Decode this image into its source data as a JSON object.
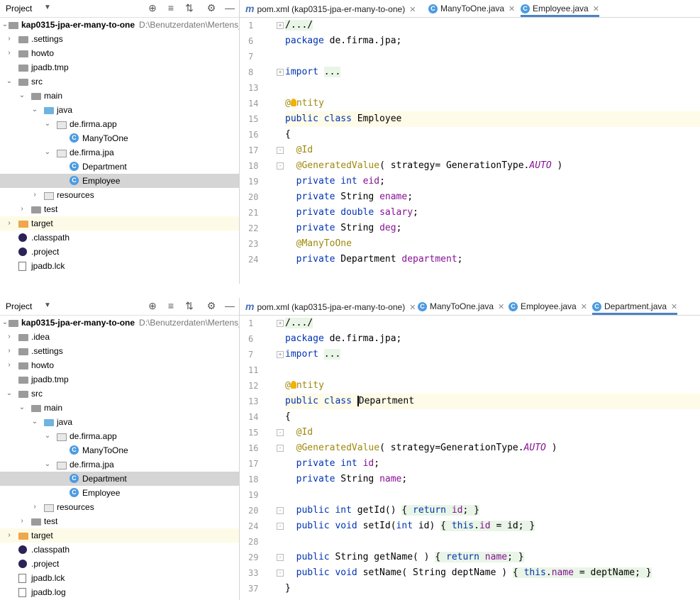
{
  "top": {
    "project_header": {
      "title": "Project"
    },
    "root": {
      "name": "kap0315-jpa-er-many-to-one",
      "path": "D:\\Benutzerdaten\\Mertens_"
    },
    "tree": [
      {
        "label": ".settings",
        "type": "folder",
        "depth": 1,
        "chev": "›"
      },
      {
        "label": "howto",
        "type": "folder",
        "depth": 1,
        "chev": "›"
      },
      {
        "label": "jpadb.tmp",
        "type": "folder",
        "depth": 1,
        "chev": ""
      },
      {
        "label": "src",
        "type": "folder",
        "depth": 1,
        "chev": "⌄"
      },
      {
        "label": "main",
        "type": "folder",
        "depth": 2,
        "chev": "⌄"
      },
      {
        "label": "java",
        "type": "folder-blue",
        "depth": 3,
        "chev": "⌄"
      },
      {
        "label": "de.firma.app",
        "type": "package",
        "depth": 4,
        "chev": "⌄"
      },
      {
        "label": "ManyToOne",
        "type": "class",
        "depth": 5,
        "chev": ""
      },
      {
        "label": "de.firma.jpa",
        "type": "package",
        "depth": 4,
        "chev": "⌄"
      },
      {
        "label": "Department",
        "type": "class",
        "depth": 5,
        "chev": ""
      },
      {
        "label": "Employee",
        "type": "class",
        "depth": 5,
        "chev": "",
        "selected": true
      },
      {
        "label": "resources",
        "type": "package",
        "depth": 3,
        "chev": "›"
      },
      {
        "label": "test",
        "type": "folder",
        "depth": 2,
        "chev": "›"
      },
      {
        "label": "target",
        "type": "folder-orange",
        "depth": 1,
        "chev": "›",
        "highlight": true
      },
      {
        "label": ".classpath",
        "type": "eclipse",
        "depth": 1,
        "chev": ""
      },
      {
        "label": ".project",
        "type": "eclipse",
        "depth": 1,
        "chev": ""
      },
      {
        "label": "jpadb.lck",
        "type": "file",
        "depth": 1,
        "chev": ""
      }
    ],
    "tabs": [
      {
        "label": "pom.xml (kap0315-jpa-er-many-to-one)",
        "icon": "m",
        "active": false
      },
      {
        "label": "ManyToOne.java",
        "icon": "c",
        "active": false
      },
      {
        "label": "Employee.java",
        "icon": "c",
        "active": true
      }
    ],
    "code": [
      {
        "num": "1",
        "html": "<span class=\"fold-region\">/.../</span>",
        "fold": true
      },
      {
        "num": "6",
        "html": "<span class=\"kw\">package</span> de.firma.jpa;"
      },
      {
        "num": "7",
        "html": ""
      },
      {
        "num": "8",
        "html": "<span class=\"kw\">import</span> <span class=\"fold-region\">...</span>",
        "fold": true
      },
      {
        "num": "13",
        "html": ""
      },
      {
        "num": "14",
        "html": "<span class=\"ann\">@<span class=\"bulb\"></span>ntity</span>"
      },
      {
        "num": "15",
        "html": "<span class=\"kw\">public class</span> Employee",
        "cur": true
      },
      {
        "num": "16",
        "html": "{"
      },
      {
        "num": "17",
        "html": "  <span class=\"ann\">@Id</span>",
        "fold": true
      },
      {
        "num": "18",
        "html": "  <span class=\"ann\">@GeneratedValue</span>( strategy= GenerationType.<span class=\"ital\">AUTO</span> )",
        "fold": true
      },
      {
        "num": "19",
        "html": "  <span class=\"kw\">private int</span> <span class=\"fld\">eid</span>;"
      },
      {
        "num": "20",
        "html": "  <span class=\"kw\">private</span> String <span class=\"fld\">ename</span>;"
      },
      {
        "num": "21",
        "html": "  <span class=\"kw\">private double</span> <span class=\"fld\">salary</span>;"
      },
      {
        "num": "22",
        "html": "  <span class=\"kw\">private</span> String <span class=\"fld\">deg</span>;"
      },
      {
        "num": "23",
        "html": "  <span class=\"ann\">@ManyToOne</span>"
      },
      {
        "num": "24",
        "html": "  <span class=\"kw\">private</span> Department <span class=\"fld\">department</span>;"
      }
    ]
  },
  "bottom": {
    "project_header": {
      "title": "Project"
    },
    "root": {
      "name": "kap0315-jpa-er-many-to-one",
      "path": "D:\\Benutzerdaten\\Mertens_"
    },
    "tree": [
      {
        "label": ".idea",
        "type": "folder",
        "depth": 1,
        "chev": "›"
      },
      {
        "label": ".settings",
        "type": "folder",
        "depth": 1,
        "chev": "›"
      },
      {
        "label": "howto",
        "type": "folder",
        "depth": 1,
        "chev": "›"
      },
      {
        "label": "jpadb.tmp",
        "type": "folder",
        "depth": 1,
        "chev": ""
      },
      {
        "label": "src",
        "type": "folder",
        "depth": 1,
        "chev": "⌄"
      },
      {
        "label": "main",
        "type": "folder",
        "depth": 2,
        "chev": "⌄"
      },
      {
        "label": "java",
        "type": "folder-blue",
        "depth": 3,
        "chev": "⌄"
      },
      {
        "label": "de.firma.app",
        "type": "package",
        "depth": 4,
        "chev": "⌄"
      },
      {
        "label": "ManyToOne",
        "type": "class",
        "depth": 5,
        "chev": ""
      },
      {
        "label": "de.firma.jpa",
        "type": "package",
        "depth": 4,
        "chev": "⌄"
      },
      {
        "label": "Department",
        "type": "class",
        "depth": 5,
        "chev": "",
        "selected": true
      },
      {
        "label": "Employee",
        "type": "class",
        "depth": 5,
        "chev": ""
      },
      {
        "label": "resources",
        "type": "package",
        "depth": 3,
        "chev": "›"
      },
      {
        "label": "test",
        "type": "folder",
        "depth": 2,
        "chev": "›"
      },
      {
        "label": "target",
        "type": "folder-orange",
        "depth": 1,
        "chev": "›",
        "highlight": true
      },
      {
        "label": ".classpath",
        "type": "eclipse",
        "depth": 1,
        "chev": ""
      },
      {
        "label": ".project",
        "type": "eclipse",
        "depth": 1,
        "chev": ""
      },
      {
        "label": "jpadb.lck",
        "type": "file",
        "depth": 1,
        "chev": ""
      },
      {
        "label": "jpadb.log",
        "type": "file",
        "depth": 1,
        "chev": ""
      }
    ],
    "tabs": [
      {
        "label": "pom.xml (kap0315-jpa-er-many-to-one)",
        "icon": "m",
        "active": false
      },
      {
        "label": "ManyToOne.java",
        "icon": "c",
        "active": false
      },
      {
        "label": "Employee.java",
        "icon": "c",
        "active": false
      },
      {
        "label": "Department.java",
        "icon": "c",
        "active": true
      }
    ],
    "code": [
      {
        "num": "1",
        "html": "<span class=\"fold-region\">/.../</span>",
        "fold": true
      },
      {
        "num": "6",
        "html": "<span class=\"kw\">package</span> de.firma.jpa;"
      },
      {
        "num": "7",
        "html": "<span class=\"kw\">import</span> <span class=\"fold-region\">...</span>",
        "fold": true
      },
      {
        "num": "11",
        "html": ""
      },
      {
        "num": "12",
        "html": "<span class=\"ann\">@<span class=\"bulb\"></span>ntity</span>"
      },
      {
        "num": "13",
        "html": "<span class=\"kw\">public class</span> <span class=\"caret\"></span>Department",
        "cur": true
      },
      {
        "num": "14",
        "html": "{"
      },
      {
        "num": "15",
        "html": "  <span class=\"ann\">@Id</span>",
        "fold": true
      },
      {
        "num": "16",
        "html": "  <span class=\"ann\">@GeneratedValue</span>( strategy=GenerationType.<span class=\"ital\">AUTO</span> )",
        "fold": true
      },
      {
        "num": "17",
        "html": "  <span class=\"kw\">private int</span> <span class=\"fld\">id</span>;"
      },
      {
        "num": "18",
        "html": "  <span class=\"kw\">private</span> String <span class=\"fld\">name</span>;"
      },
      {
        "num": "19",
        "html": ""
      },
      {
        "num": "20",
        "html": "  <span class=\"kw\">public int</span> getId() <span class=\"fold-region\">{ <span class=\"kw\">return</span> <span class=\"fld\">id</span>; }</span>",
        "fold": true
      },
      {
        "num": "24",
        "html": "  <span class=\"kw\">public void</span> setId(<span class=\"kw\">int</span> id) <span class=\"fold-region\">{ <span class=\"kw\">this</span>.<span class=\"fld\">id</span> = id; }</span>",
        "fold": true
      },
      {
        "num": "28",
        "html": ""
      },
      {
        "num": "29",
        "html": "  <span class=\"kw\">public</span> String getName( ) <span class=\"fold-region\">{ <span class=\"kw\">return</span> <span class=\"fld\">name</span>; }</span>",
        "fold": true
      },
      {
        "num": "33",
        "html": "  <span class=\"kw\">public void</span> setName( String deptName ) <span class=\"fold-region\">{ <span class=\"kw\">this</span>.<span class=\"fld\">name</span> = deptName; }</span>",
        "fold": true
      },
      {
        "num": "37",
        "html": "}"
      }
    ]
  },
  "icons": {
    "settings": "gear-icon",
    "locate": "crosshair-icon",
    "expand": "expand-all-icon",
    "collapse": "collapse-all-icon",
    "hide": "minimize-icon"
  },
  "colors": {
    "keyword": "#0033b3",
    "annotation": "#9e880d",
    "field": "#871094",
    "active_tab": "#4a83c5",
    "selected_row": "#d5d5d5"
  }
}
